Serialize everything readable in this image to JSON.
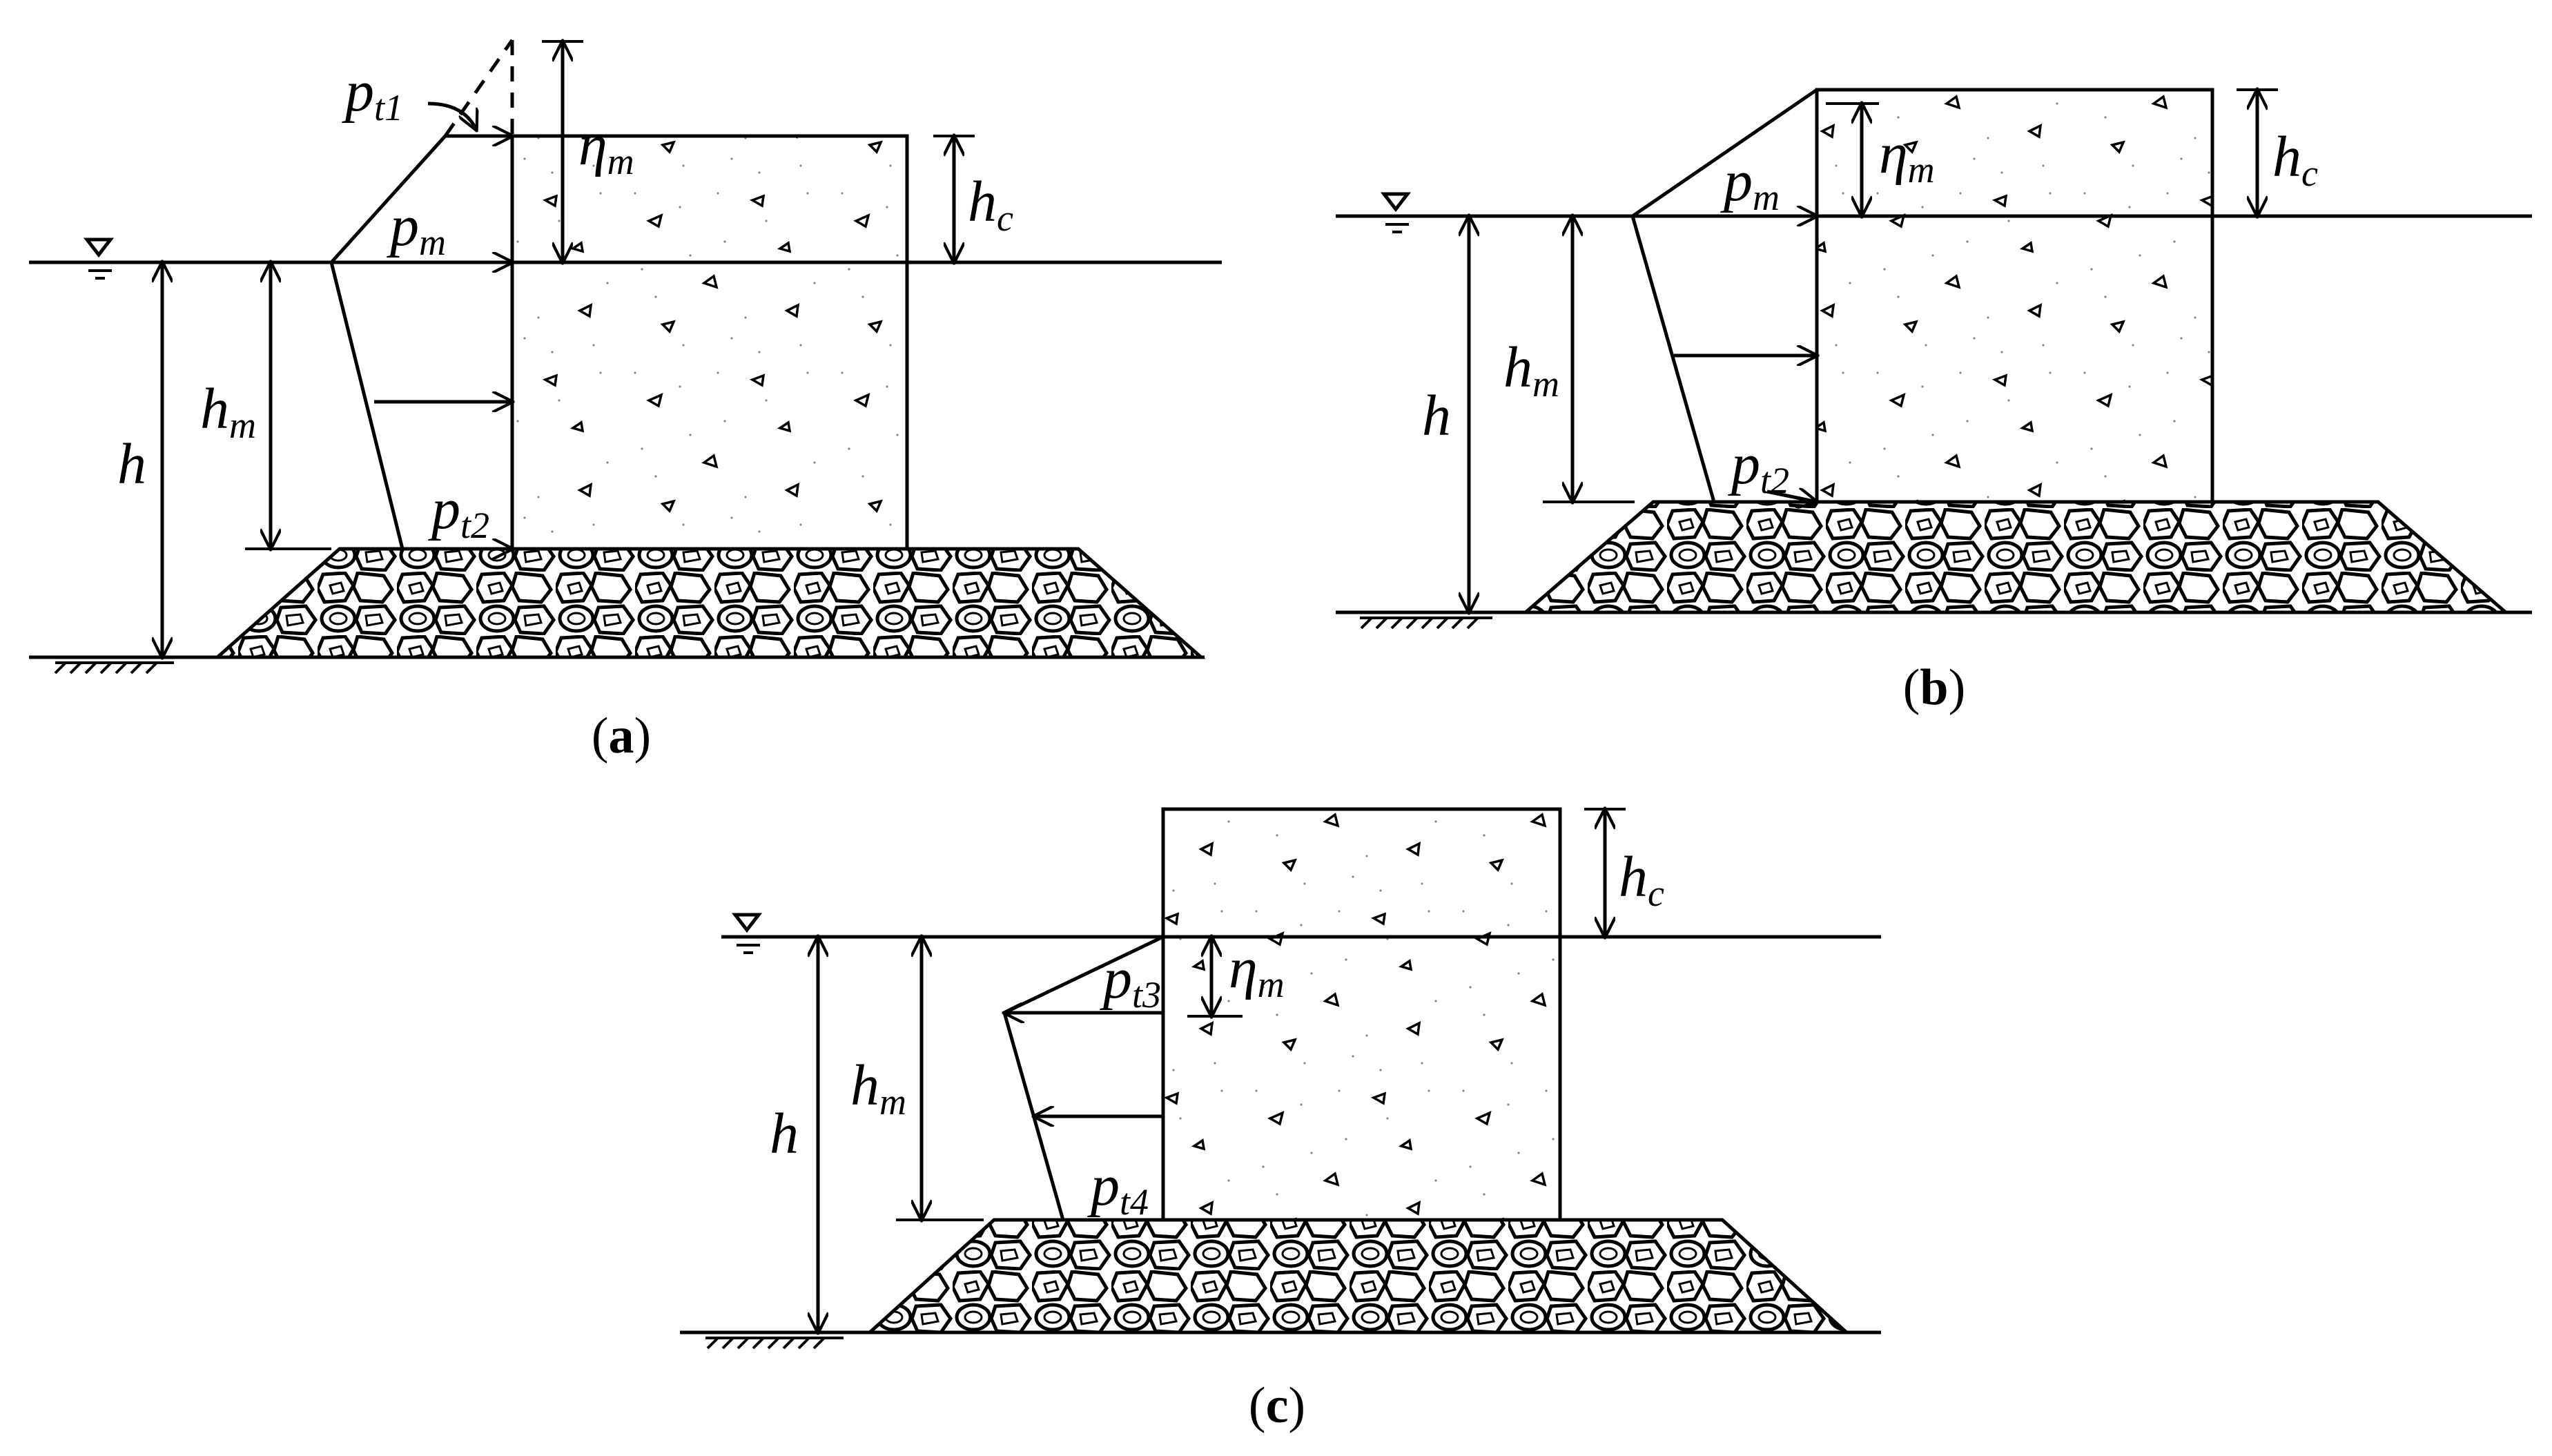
{
  "panels": [
    {
      "id": "a",
      "caption": "a",
      "labels": {
        "p_t1": {
          "base": "p",
          "sub": "t1"
        },
        "p_m": {
          "base": "p",
          "sub": "m"
        },
        "p_t2": {
          "base": "p",
          "sub": "t2"
        },
        "eta_m": {
          "base": "η",
          "sub": "m"
        },
        "h_c": {
          "base": "h",
          "sub": "c"
        },
        "h_m": {
          "base": "h",
          "sub": "m"
        },
        "h": "h"
      }
    },
    {
      "id": "b",
      "caption": "b",
      "labels": {
        "p_m": {
          "base": "p",
          "sub": "m"
        },
        "p_t2": {
          "base": "p",
          "sub": "t2"
        },
        "eta_m": {
          "base": "η",
          "sub": "m"
        },
        "h_c": {
          "base": "h",
          "sub": "c"
        },
        "h_m": {
          "base": "h",
          "sub": "m"
        },
        "h": "h"
      }
    },
    {
      "id": "c",
      "caption": "c",
      "labels": {
        "p_t3": {
          "base": "p",
          "sub": "t3"
        },
        "p_t4": {
          "base": "p",
          "sub": "t4"
        },
        "eta_m": {
          "base": "η",
          "sub": "m"
        },
        "h_c": {
          "base": "h",
          "sub": "c"
        },
        "h_m": {
          "base": "h",
          "sub": "m"
        },
        "h": "h"
      }
    }
  ],
  "caption_open": "(",
  "caption_close": ")",
  "icons": [
    "water-level-icon",
    "ground-hatch-icon",
    "rubble-mound-fill",
    "concrete-texture-fill"
  ]
}
